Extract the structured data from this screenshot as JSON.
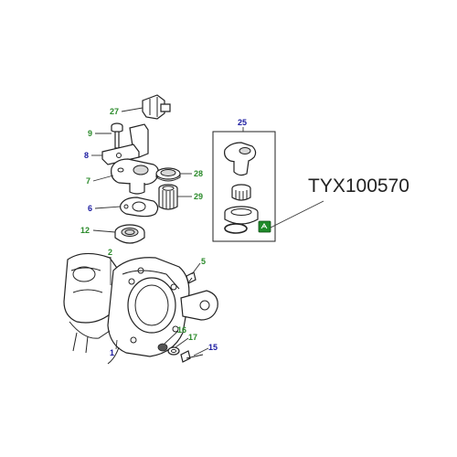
{
  "callouts": [
    {
      "id": "27",
      "color": "#2a8a2a"
    },
    {
      "id": "9",
      "color": "#2a8a2a"
    },
    {
      "id": "8",
      "color": "#1a1aa0"
    },
    {
      "id": "7",
      "color": "#2a8a2a"
    },
    {
      "id": "6",
      "color": "#1a1aa0"
    },
    {
      "id": "12",
      "color": "#2a8a2a"
    },
    {
      "id": "25",
      "color": "#1a1aa0"
    },
    {
      "id": "28",
      "color": "#2a8a2a"
    },
    {
      "id": "29",
      "color": "#2a8a2a"
    },
    {
      "id": "2",
      "color": "#2a8a2a"
    },
    {
      "id": "5",
      "color": "#2a8a2a"
    },
    {
      "id": "1",
      "color": "#1a1aa0"
    },
    {
      "id": "16",
      "color": "#2a8a2a"
    },
    {
      "id": "17",
      "color": "#2a8a2a"
    },
    {
      "id": "15",
      "color": "#1a1aa0"
    }
  ],
  "part_number": "TYX100570",
  "badge_color": "#1f8a2a"
}
